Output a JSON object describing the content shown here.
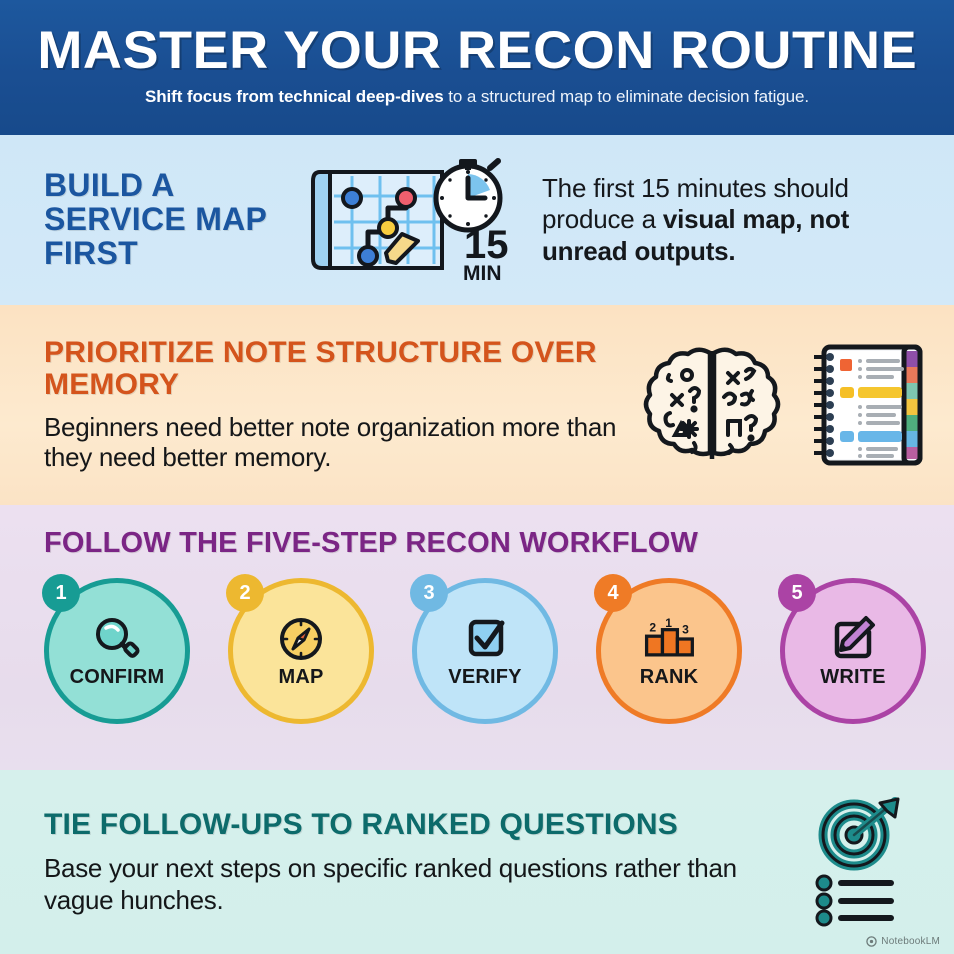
{
  "header": {
    "title": "MASTER YOUR RECON ROUTINE",
    "subtitle_bold": "Shift focus from technical deep-dives",
    "subtitle_rest": " to a structured map to eliminate decision fatigue.",
    "bg_color": "#1a5196"
  },
  "section1": {
    "title": "BUILD A SERVICE MAP FIRST",
    "title_color": "#1b56a0",
    "bg_color": "#d1e8f7",
    "icon_name": "blueprint-map-stopwatch-icon",
    "icon_duration_number": "15",
    "icon_duration_unit": "MIN",
    "body_lead": "The first 15 minutes should produce a ",
    "body_bold": "visual map, not unread outputs.",
    "body_tail": ""
  },
  "section2": {
    "title": "PRIORITIZE NOTE STRUCTURE OVER MEMORY",
    "title_color": "#d4541c",
    "bg_color": "#fbe3c5",
    "body": "Beginners need better note organization more than they need better memory.",
    "icons": [
      "brain-icon",
      "notebook-icon"
    ]
  },
  "section3": {
    "title": "FOLLOW THE FIVE-STEP RECON WORKFLOW",
    "title_color": "#7b2585",
    "bg_color": "#e7dcec",
    "steps": [
      {
        "number": "1",
        "label": "CONFIRM",
        "icon": "magnifier-icon",
        "fill": "#93e0d6",
        "stroke": "#179c94",
        "badge": "#179c94"
      },
      {
        "number": "2",
        "label": "MAP",
        "icon": "compass-icon",
        "fill": "#fbe49a",
        "stroke": "#edb830",
        "badge": "#edb830"
      },
      {
        "number": "3",
        "label": "VERIFY",
        "icon": "checkbox-icon",
        "fill": "#bfe4f8",
        "stroke": "#70b9e3",
        "badge": "#70b9e3"
      },
      {
        "number": "4",
        "label": "RANK",
        "icon": "podium-icon",
        "fill": "#fbc58c",
        "stroke": "#ef7b26",
        "badge": "#ef7b26"
      },
      {
        "number": "5",
        "label": "WRITE",
        "icon": "pencil-edit-icon",
        "fill": "#e9b9e6",
        "stroke": "#ab43a5",
        "badge": "#ab43a5"
      }
    ],
    "rank_podium_labels": [
      "2",
      "1",
      "3"
    ]
  },
  "section4": {
    "title": "TIE FOLLOW-UPS TO RANKED QUESTIONS",
    "title_color": "#0d6b6b",
    "bg_color": "#d3efeb",
    "body": "Base your next steps on specific ranked questions rather than vague hunches.",
    "icon_name": "target-arrow-checklist-icon"
  },
  "watermark": {
    "label": "NotebookLM",
    "icon_name": "notebooklm-logo-icon"
  }
}
